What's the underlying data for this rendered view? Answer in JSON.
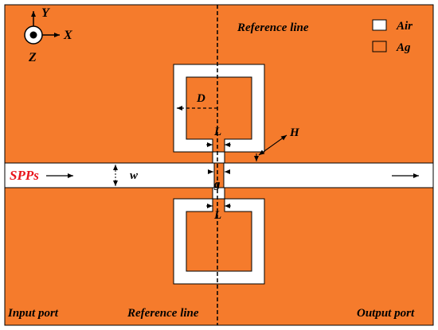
{
  "colors": {
    "silver_region": "#F57B2C",
    "air_region": "#FFFFFF",
    "outline": "#000000",
    "spp_text": "#E8141B"
  },
  "axes": {
    "y_label": "Y",
    "x_label": "X",
    "z_label": "Z"
  },
  "legend": {
    "items": [
      {
        "label": "Air",
        "swatch": "air"
      },
      {
        "label": "Ag",
        "swatch": "silver"
      }
    ]
  },
  "labels": {
    "reference_line_top": "Reference line",
    "reference_line_bottom": "Reference line",
    "input_port": "Input port",
    "output_port": "Output port",
    "spps": "SPPs",
    "D": "D",
    "L_top": "L",
    "L_bottom": "L",
    "H": "H",
    "w": "w",
    "g": "g"
  }
}
